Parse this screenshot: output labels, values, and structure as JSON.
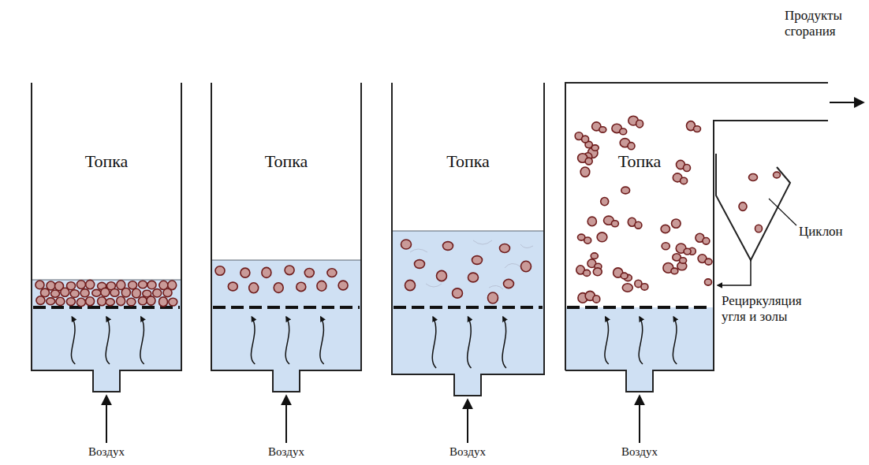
{
  "diagram": {
    "nodes": [
      {
        "text": [
          "Топка"
        ]
      },
      {
        "text": [
          "Топка"
        ]
      },
      {
        "text": [
          "Топка"
        ]
      },
      {
        "text": [
          "Топка"
        ]
      }
    ],
    "labels": [
      "Продукты сгорания",
      "Циклон",
      "Рециркуляция угля и золы",
      "Воздух",
      "Воздух",
      "Воздух",
      "Воздух"
    ]
  }
}
